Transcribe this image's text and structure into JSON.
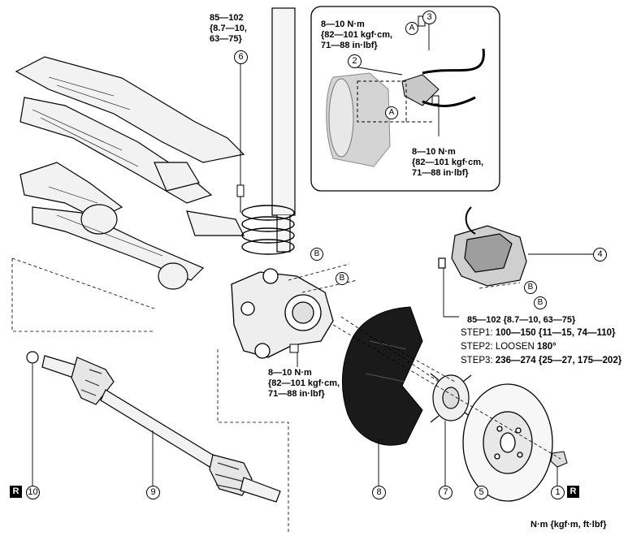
{
  "callouts": [
    "1",
    "2",
    "3",
    "4",
    "5",
    "6",
    "7",
    "8",
    "9",
    "10"
  ],
  "letters": {
    "a": "A",
    "b": "B"
  },
  "badge": "R",
  "torques": {
    "t_top": "85—102\n{8.7—10,\n63—75}",
    "t_inset_top": "8—10 N·m\n{82—101 kgf·cm,\n71—88 in·lbf}",
    "t_inset_bottom": "8—10 N·m\n{82—101 kgf·cm,\n71—88 in·lbf}",
    "t_caliper": "85—102 {8.7—10, 63—75}",
    "t_knuckle": "8—10 N·m\n{82—101 kgf·cm,\n71—88 in·lbf}"
  },
  "steps": [
    {
      "label": "STEP1: ",
      "value": "100—150 {11—15, 74—110}"
    },
    {
      "label": "STEP2: LOOSEN ",
      "value": "180°"
    },
    {
      "label": "STEP3: ",
      "value": "236—274 {25—27, 175—202}"
    }
  ],
  "units": "N·m {kgf·m, ft·lbf}",
  "colors": {
    "ink": "#000000",
    "shade": "#bdbdbd",
    "light": "#e6e6e6",
    "shield": "#1a1a1a"
  }
}
